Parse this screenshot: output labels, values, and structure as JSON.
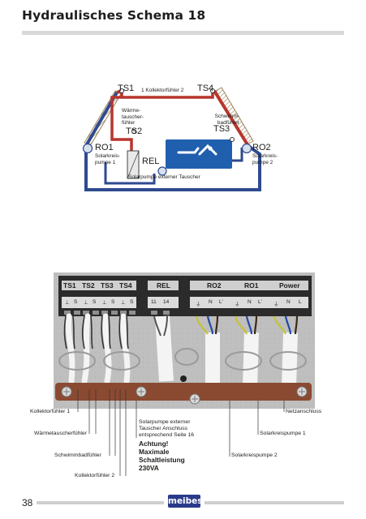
{
  "page": {
    "title": "Hydraulisches Schema 18",
    "number": "38",
    "logo": "meibes"
  },
  "schema": {
    "ts1": "TS1",
    "ts2": "TS2",
    "ts3": "TS3",
    "ts4": "TS4",
    "collector_label": "1 Kollektorfühler 2",
    "heat_exchanger_sensor": [
      "Wärme-",
      "tauscher-",
      "fühler"
    ],
    "pool_sensor": [
      "Schwimm-",
      "badfühler"
    ],
    "ro1": "RO1",
    "ro1_desc": [
      "Solarkreis-",
      "pumpe 1"
    ],
    "ro2": "RO2",
    "ro2_desc": [
      "Solarkreis-",
      "pumpe 2"
    ],
    "rel": "REL",
    "external_pump": "Solarpumpe externer Tauscher"
  },
  "terminal": {
    "groups": [
      "TS1",
      "TS2",
      "TS3",
      "TS4",
      "REL",
      "RO2",
      "RO1",
      "Power"
    ],
    "sensor_pins": [
      "⊥",
      "S",
      "⊥",
      "S",
      "⊥",
      "S",
      "⊥",
      "S"
    ],
    "rel_pins": [
      "11",
      "14"
    ],
    "power_pins": [
      "⏚",
      "N",
      "L'",
      "⏚",
      "N",
      "L'",
      "⏚",
      "N",
      "L"
    ]
  },
  "callouts": {
    "kollektor1": "Kollektorfühler 1",
    "waermetauscher": "Wärmetauscherfühler",
    "schwimmbad": "Schwimmbadfühler",
    "kollektor2": "Kollektorfühler 2",
    "solarpumpe_ext": [
      "Solarpumpe externer",
      "Tauscher Anschluss",
      "entsprechend Seite 16"
    ],
    "warning": [
      "Achtung!",
      "Maximale",
      "Schaltleistung",
      "230VA"
    ],
    "netzanschluss": "Netzanschluss",
    "solarkreispumpe1": "Solarkreispumpe 1",
    "solarkreispumpe2": "Solarkreispumpe 2"
  },
  "colors": {
    "hot": "#c0392b",
    "cold": "#2e4a8f",
    "tank": "#1f5fae",
    "collector_frame": "#c8a96a",
    "terminal_bar": "#8a4a32"
  }
}
